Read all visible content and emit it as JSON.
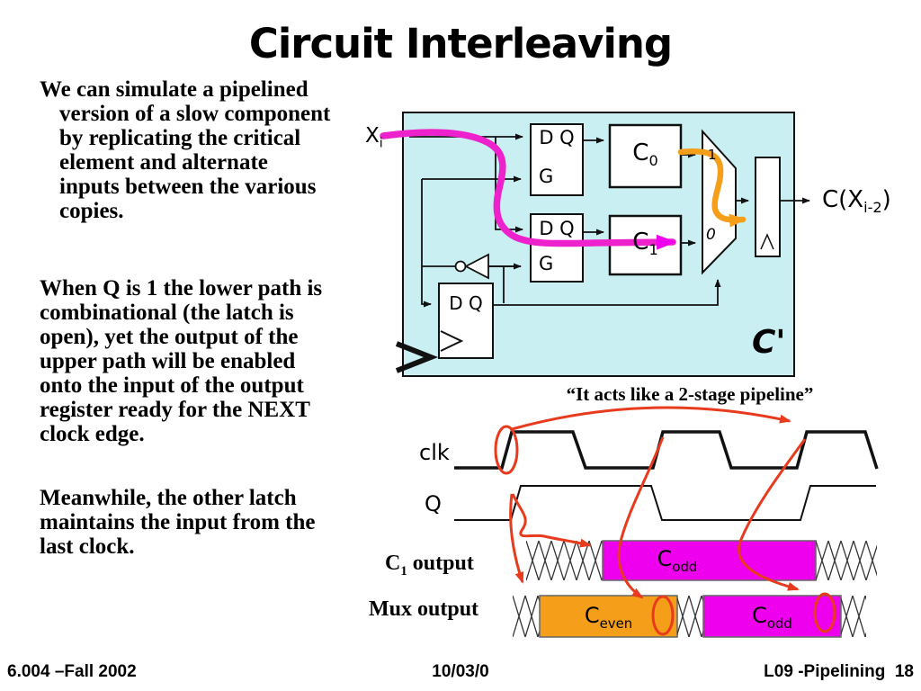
{
  "title": "Circuit Interleaving",
  "paragraphs": {
    "p1": "We can simulate a pipelined\nversion of a slow component\nby replicating the critical\nelement and alternate\ninputs between the various\ncopies.",
    "p2": "When Q is 1 the lower path is\ncombinational (the latch is\nopen), yet the output of the\nupper path will be enabled\nonto the input of the output\nregister ready for the NEXT\nclock edge.",
    "p3": "Meanwhile, the other latch\nmaintains the input from the\nlast clock."
  },
  "circuit": {
    "input_label": {
      "base": "X",
      "sub": "i"
    },
    "latch_top": {
      "dq": "D Q",
      "g": "G"
    },
    "latch_bottom": {
      "dq": "D Q",
      "g": "G"
    },
    "c0": {
      "base": "C",
      "sub": "0"
    },
    "c1": {
      "base": "C",
      "sub": "1"
    },
    "mux": {
      "in1": "1",
      "in0": "0"
    },
    "ff": {
      "dq": "D Q"
    },
    "output_label": {
      "base": "C(X",
      "sub": "i-2",
      "close": ")"
    },
    "name_label": "C'"
  },
  "timing": {
    "caption": "“It acts like a 2-stage pipeline”",
    "clk_label": "clk",
    "q_label": "Q",
    "row1_label": {
      "base": "C",
      "sub": "1",
      "rest": " output"
    },
    "row2_label": "Mux output",
    "c_odd": {
      "base": "C",
      "sub": "odd"
    },
    "c_even": {
      "base": "C",
      "sub": "even"
    }
  },
  "footer": {
    "left": "6.004 –Fall 2002",
    "center": "10/03/0",
    "right": "L09 -Pipelining  18"
  },
  "colors": {
    "diagram_background": "#c9eff2",
    "magenta": "#ee00ee",
    "orange": "#f59e19",
    "annotation_red": "#e83b1e"
  }
}
